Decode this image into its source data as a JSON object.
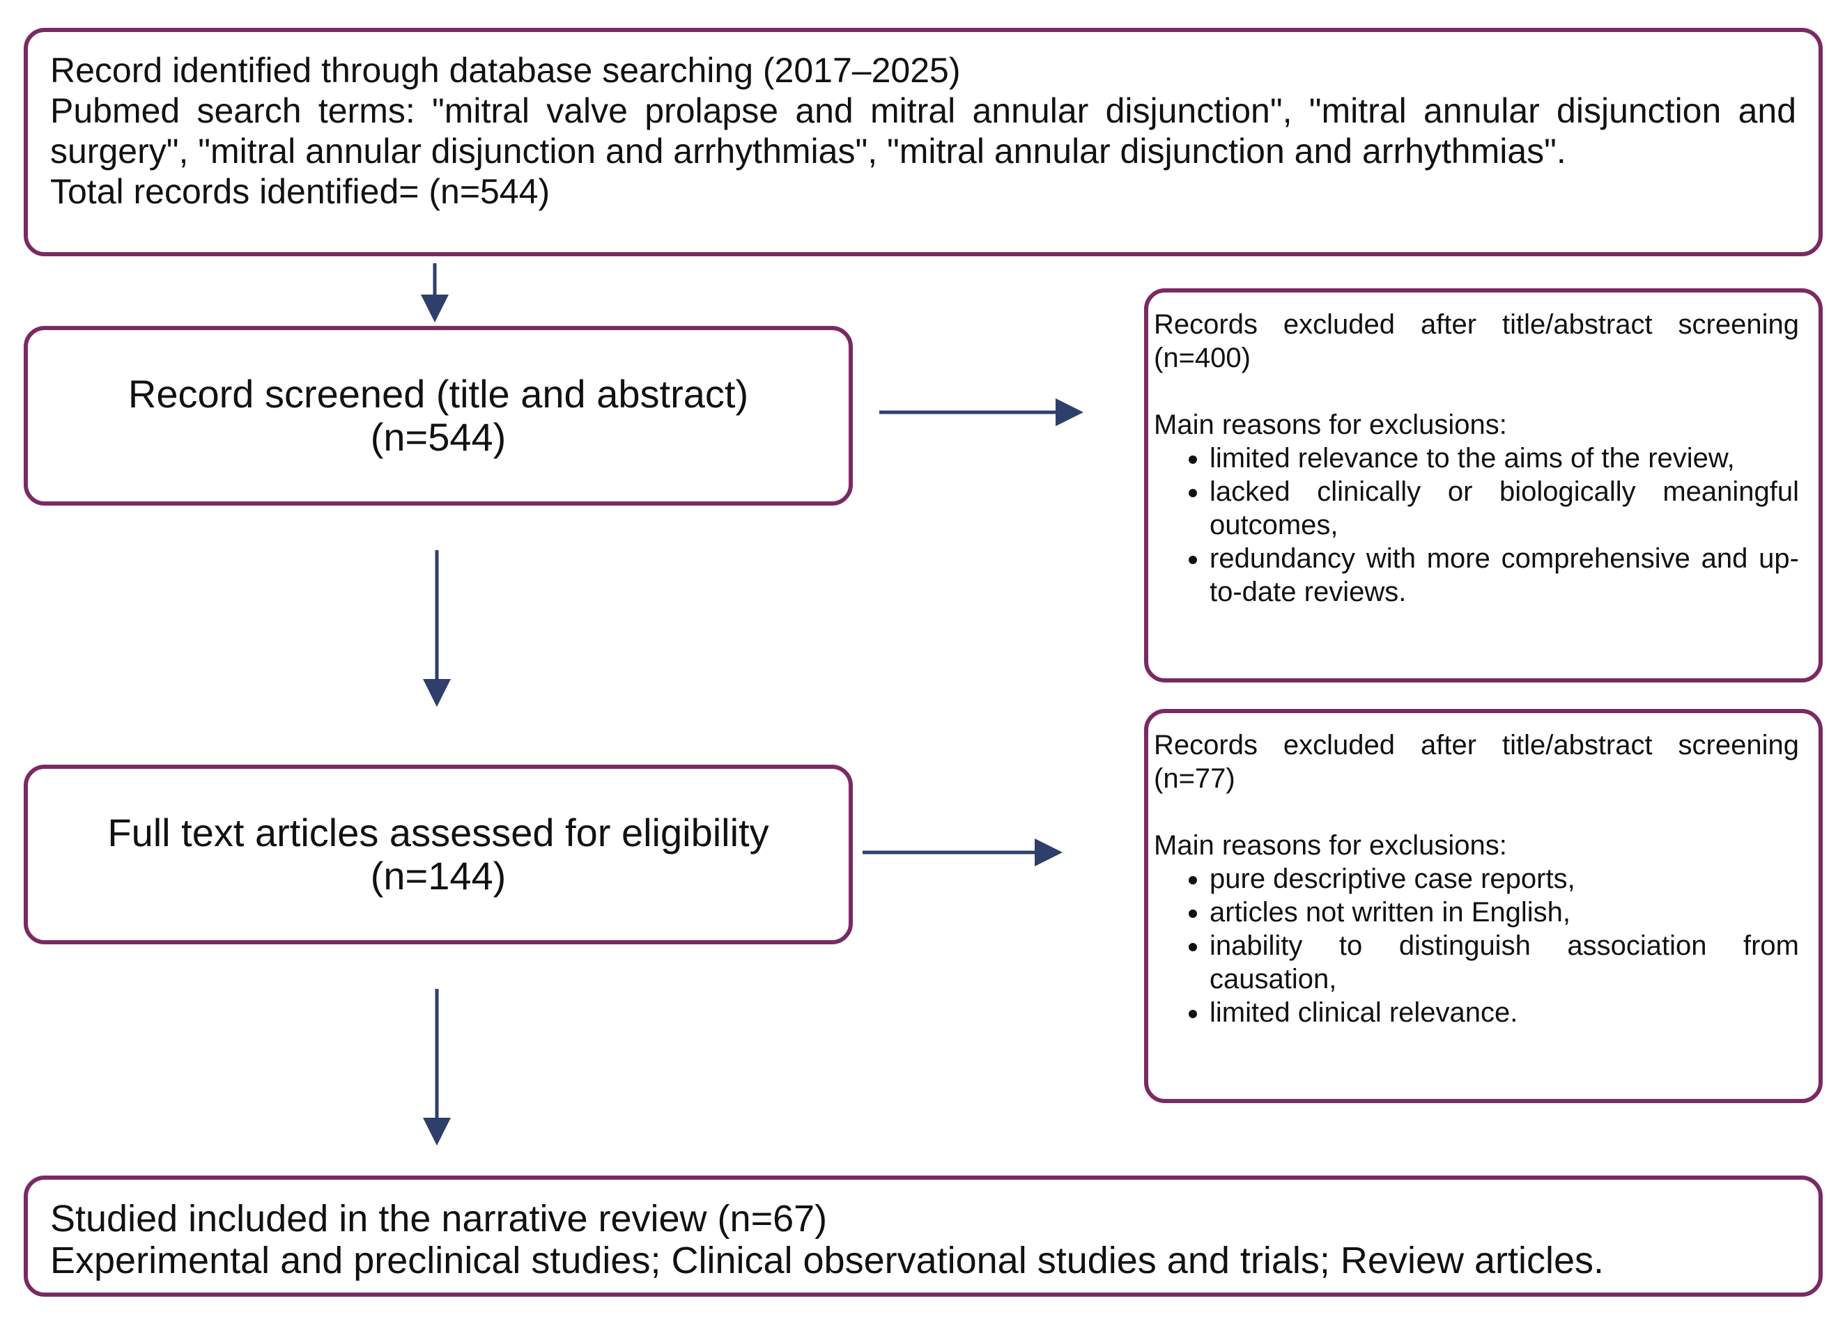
{
  "records_box": {
    "line1": "Record identified through database searching (2017–2025)",
    "line2": "Pubmed search terms: \"mitral valve prolapse and mitral annular disjunction\", \"mitral annular disjunction and surgery\", \"mitral annular disjunction and arrhythmias\", \"mitral annular disjunction and arrhythmias\".",
    "line3": "Total records identified= (n=544)"
  },
  "screened_box": {
    "line1": "Record screened (title and abstract)",
    "line2": "(n=544)"
  },
  "fulltext_box": {
    "line1": "Full text articles assessed for eligibility",
    "line2": "(n=144)"
  },
  "excluded_box_1": {
    "heading": "Records excluded after title/abstract screening (n=400)",
    "reasons_label": "Main reasons for exclusions:",
    "reasons": [
      "limited relevance to the aims of the review,",
      "lacked clinically or biologically meaningful outcomes,",
      "redundancy with more comprehensive and up-to-date reviews."
    ]
  },
  "excluded_box_2": {
    "heading": "Records excluded after title/abstract screening (n=77)",
    "reasons_label": "Main reasons for exclusions:",
    "reasons": [
      "pure descriptive case reports,",
      "articles not written in English,",
      "inability to distinguish association from causation,",
      "limited clinical relevance."
    ]
  },
  "included_box": {
    "line1": "Studied included in the narrative review (n=67)",
    "line2": "Experimental and preclinical studies; Clinical observational studies and trials; Review articles."
  },
  "colors": {
    "box_border": "#7a2a63",
    "arrow": "#2f3f6b"
  }
}
